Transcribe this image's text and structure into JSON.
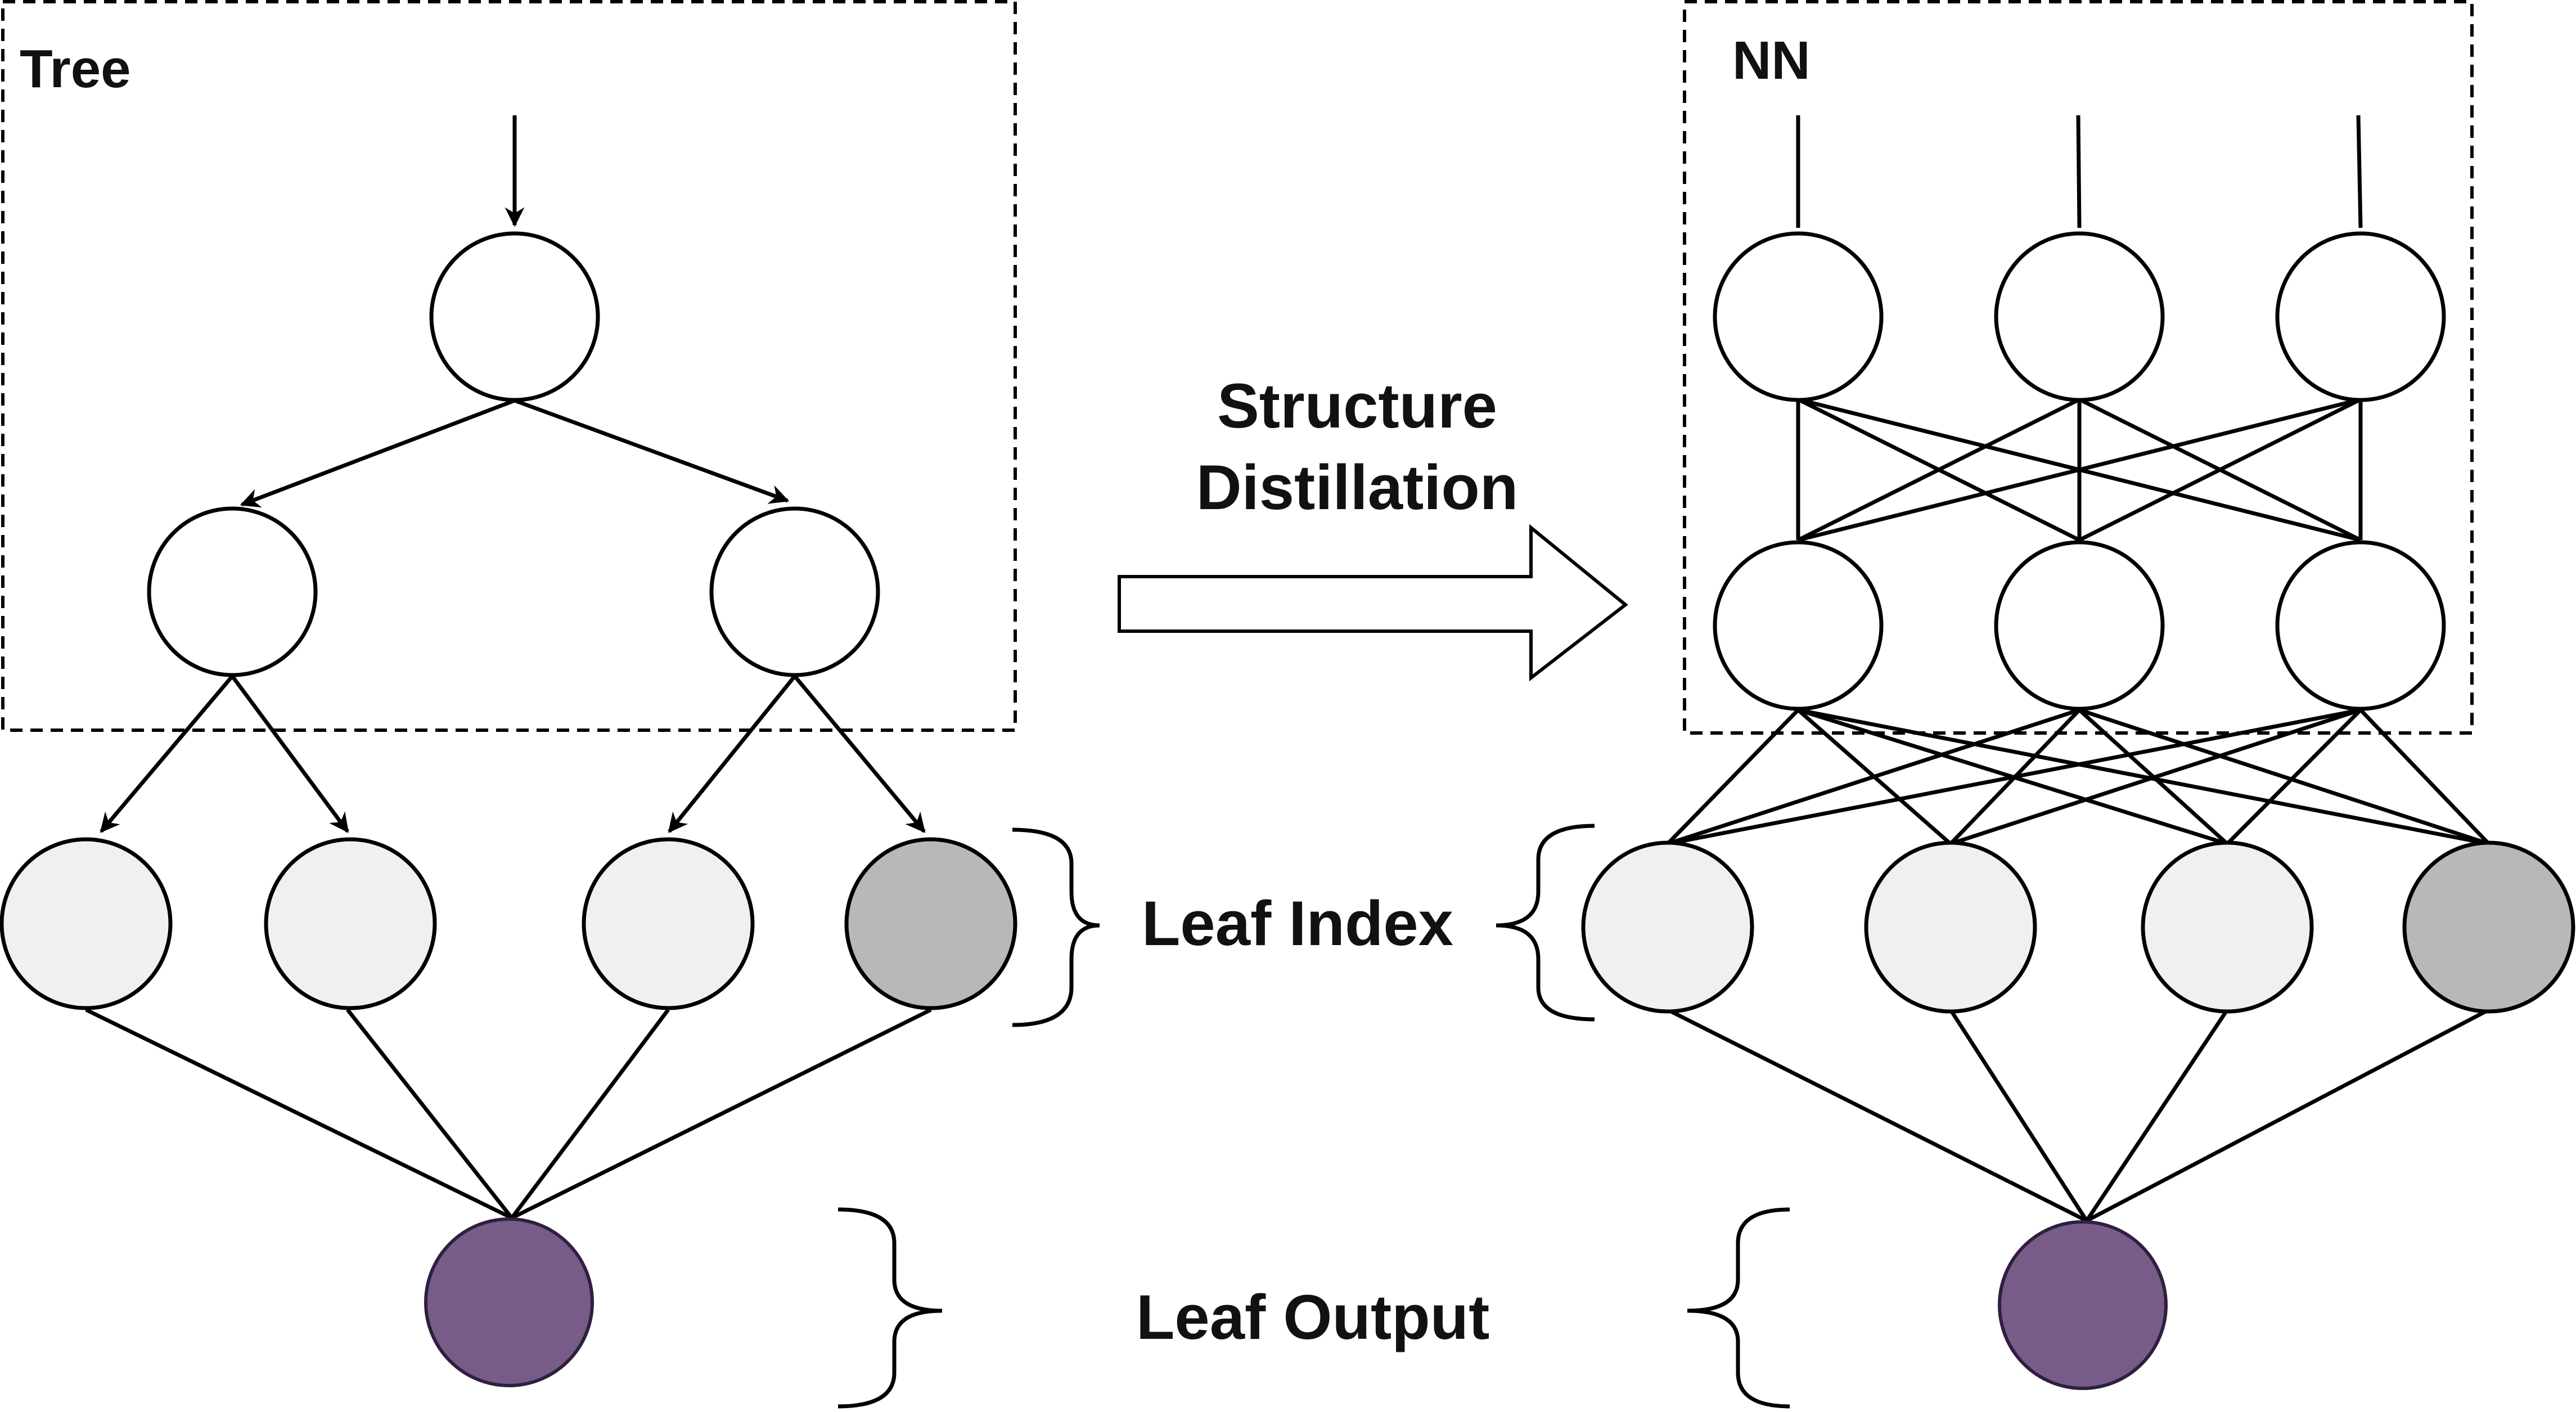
{
  "labels": {
    "tree": "Tree",
    "nn": "NN",
    "transform_line1": "Structure",
    "transform_line2": "Distillation",
    "leaf_index": "Leaf Index",
    "leaf_output": "Leaf Output"
  },
  "colors": {
    "node_fill": "#ffffff",
    "leaf_fill": "#f0f0f0",
    "selected_leaf_fill": "#b8b8b8",
    "output_fill": "#765c87"
  }
}
